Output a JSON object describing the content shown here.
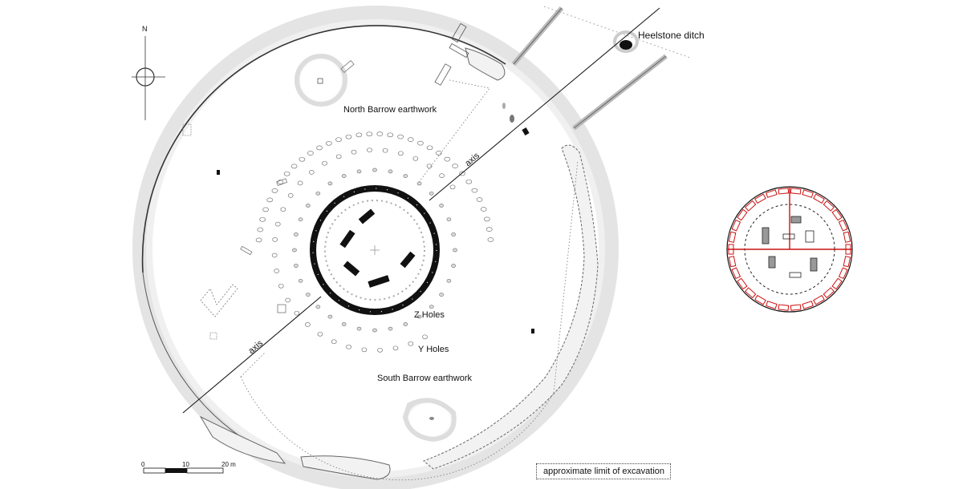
{
  "labels": {
    "north": "N",
    "heelstone_ditch": "Heelstone ditch",
    "north_barrow": "North Barrow earthwork",
    "south_barrow": "South Barrow earthwork",
    "z_holes": "Z Holes",
    "y_holes": "Y Holes",
    "axis_upper": "axis",
    "axis_lower": "axis"
  },
  "scale": {
    "t0": "0",
    "t10": "10",
    "t20": "20 m"
  },
  "legend": {
    "label": "approximate limit of excavation"
  },
  "colors": {
    "ink": "#111111",
    "accent": "#cc1111",
    "earthwork": "#d9d9d9"
  }
}
